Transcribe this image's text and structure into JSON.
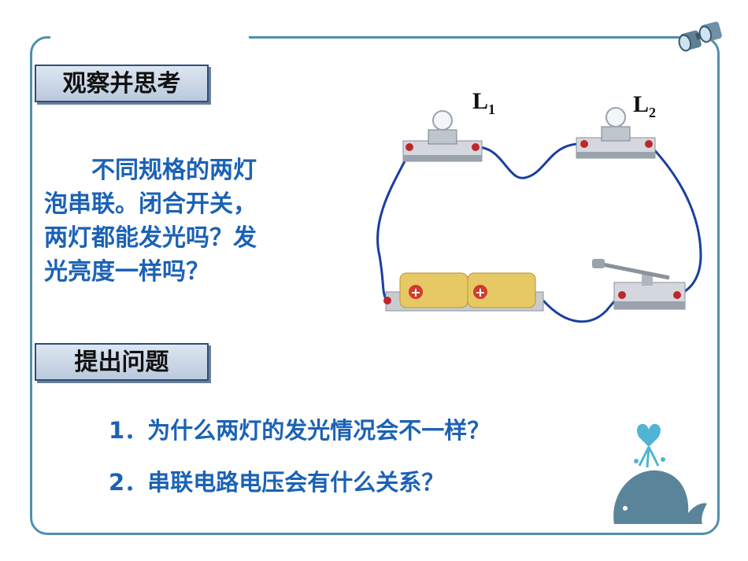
{
  "box1": {
    "label": "观察并思考"
  },
  "box2": {
    "label": "提出问题"
  },
  "paragraph": {
    "line1": "不同规格的两灯",
    "line2": "泡串联。闭合开关，",
    "line3": "两灯都能发光吗？发",
    "line4": "光亮度一样吗？"
  },
  "questions": {
    "q1_num": "1．",
    "q1_text": "为什么两灯的发光情况会不一样？",
    "q2_num": "2．",
    "q2_text": "串联电路电压会有什么关系？"
  },
  "circuit": {
    "lamp1_label": "L",
    "lamp1_sub": "1",
    "lamp2_label": "L",
    "lamp2_sub": "2",
    "battery_plus": "+"
  },
  "colors": {
    "accent": "#1b62b5",
    "frame": "#4f8fb0",
    "wire": "#1a3fa0"
  },
  "icons": [
    "binoculars-icon",
    "whale-icon",
    "lamp-icon",
    "battery-icon",
    "switch-icon"
  ]
}
